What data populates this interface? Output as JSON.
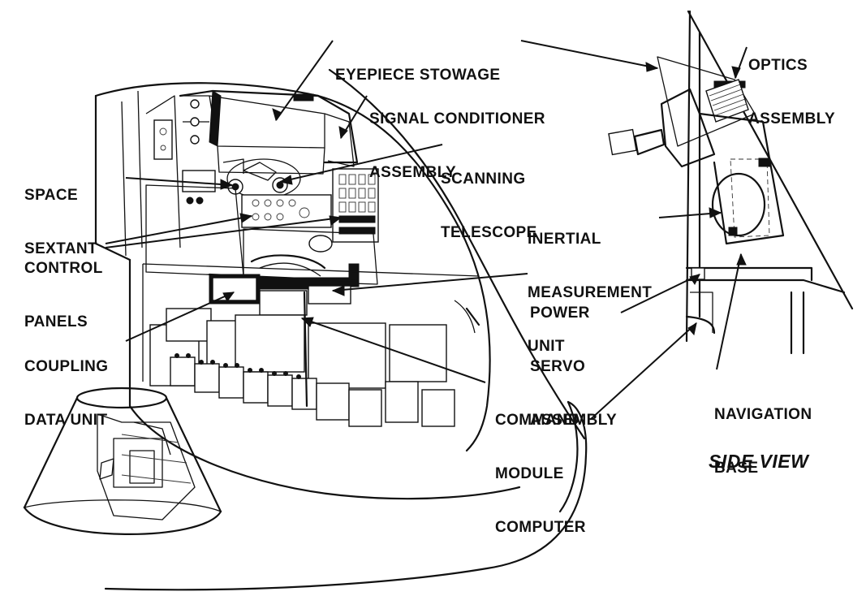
{
  "labels": {
    "eyepiece_stowage": [
      "EYEPIECE STOWAGE"
    ],
    "optics_assembly": [
      "OPTICS",
      "ASSEMBLY"
    ],
    "signal_conditioner": [
      "SIGNAL CONDITIONER",
      "ASSEMBLY"
    ],
    "scanning_telescope": [
      "SCANNING",
      "TELESCOPE"
    ],
    "space_sextant": [
      "SPACE",
      "SEXTANT"
    ],
    "inertial_measurement_unit": [
      "INERTIAL",
      "MEASUREMENT",
      "UNIT"
    ],
    "control_panels": [
      "CONTROL",
      "PANELS"
    ],
    "power_servo": [
      "POWER",
      "SERVO",
      "ASSEMBLY"
    ],
    "coupling_data_unit": [
      "COUPLING",
      "DATA UNIT"
    ],
    "navigation_base": [
      "NAVIGATION",
      "BASE"
    ],
    "command_module_computer": [
      "COMMAND",
      "MODULE",
      "COMPUTER"
    ],
    "side_view": "SIDE VIEW"
  }
}
